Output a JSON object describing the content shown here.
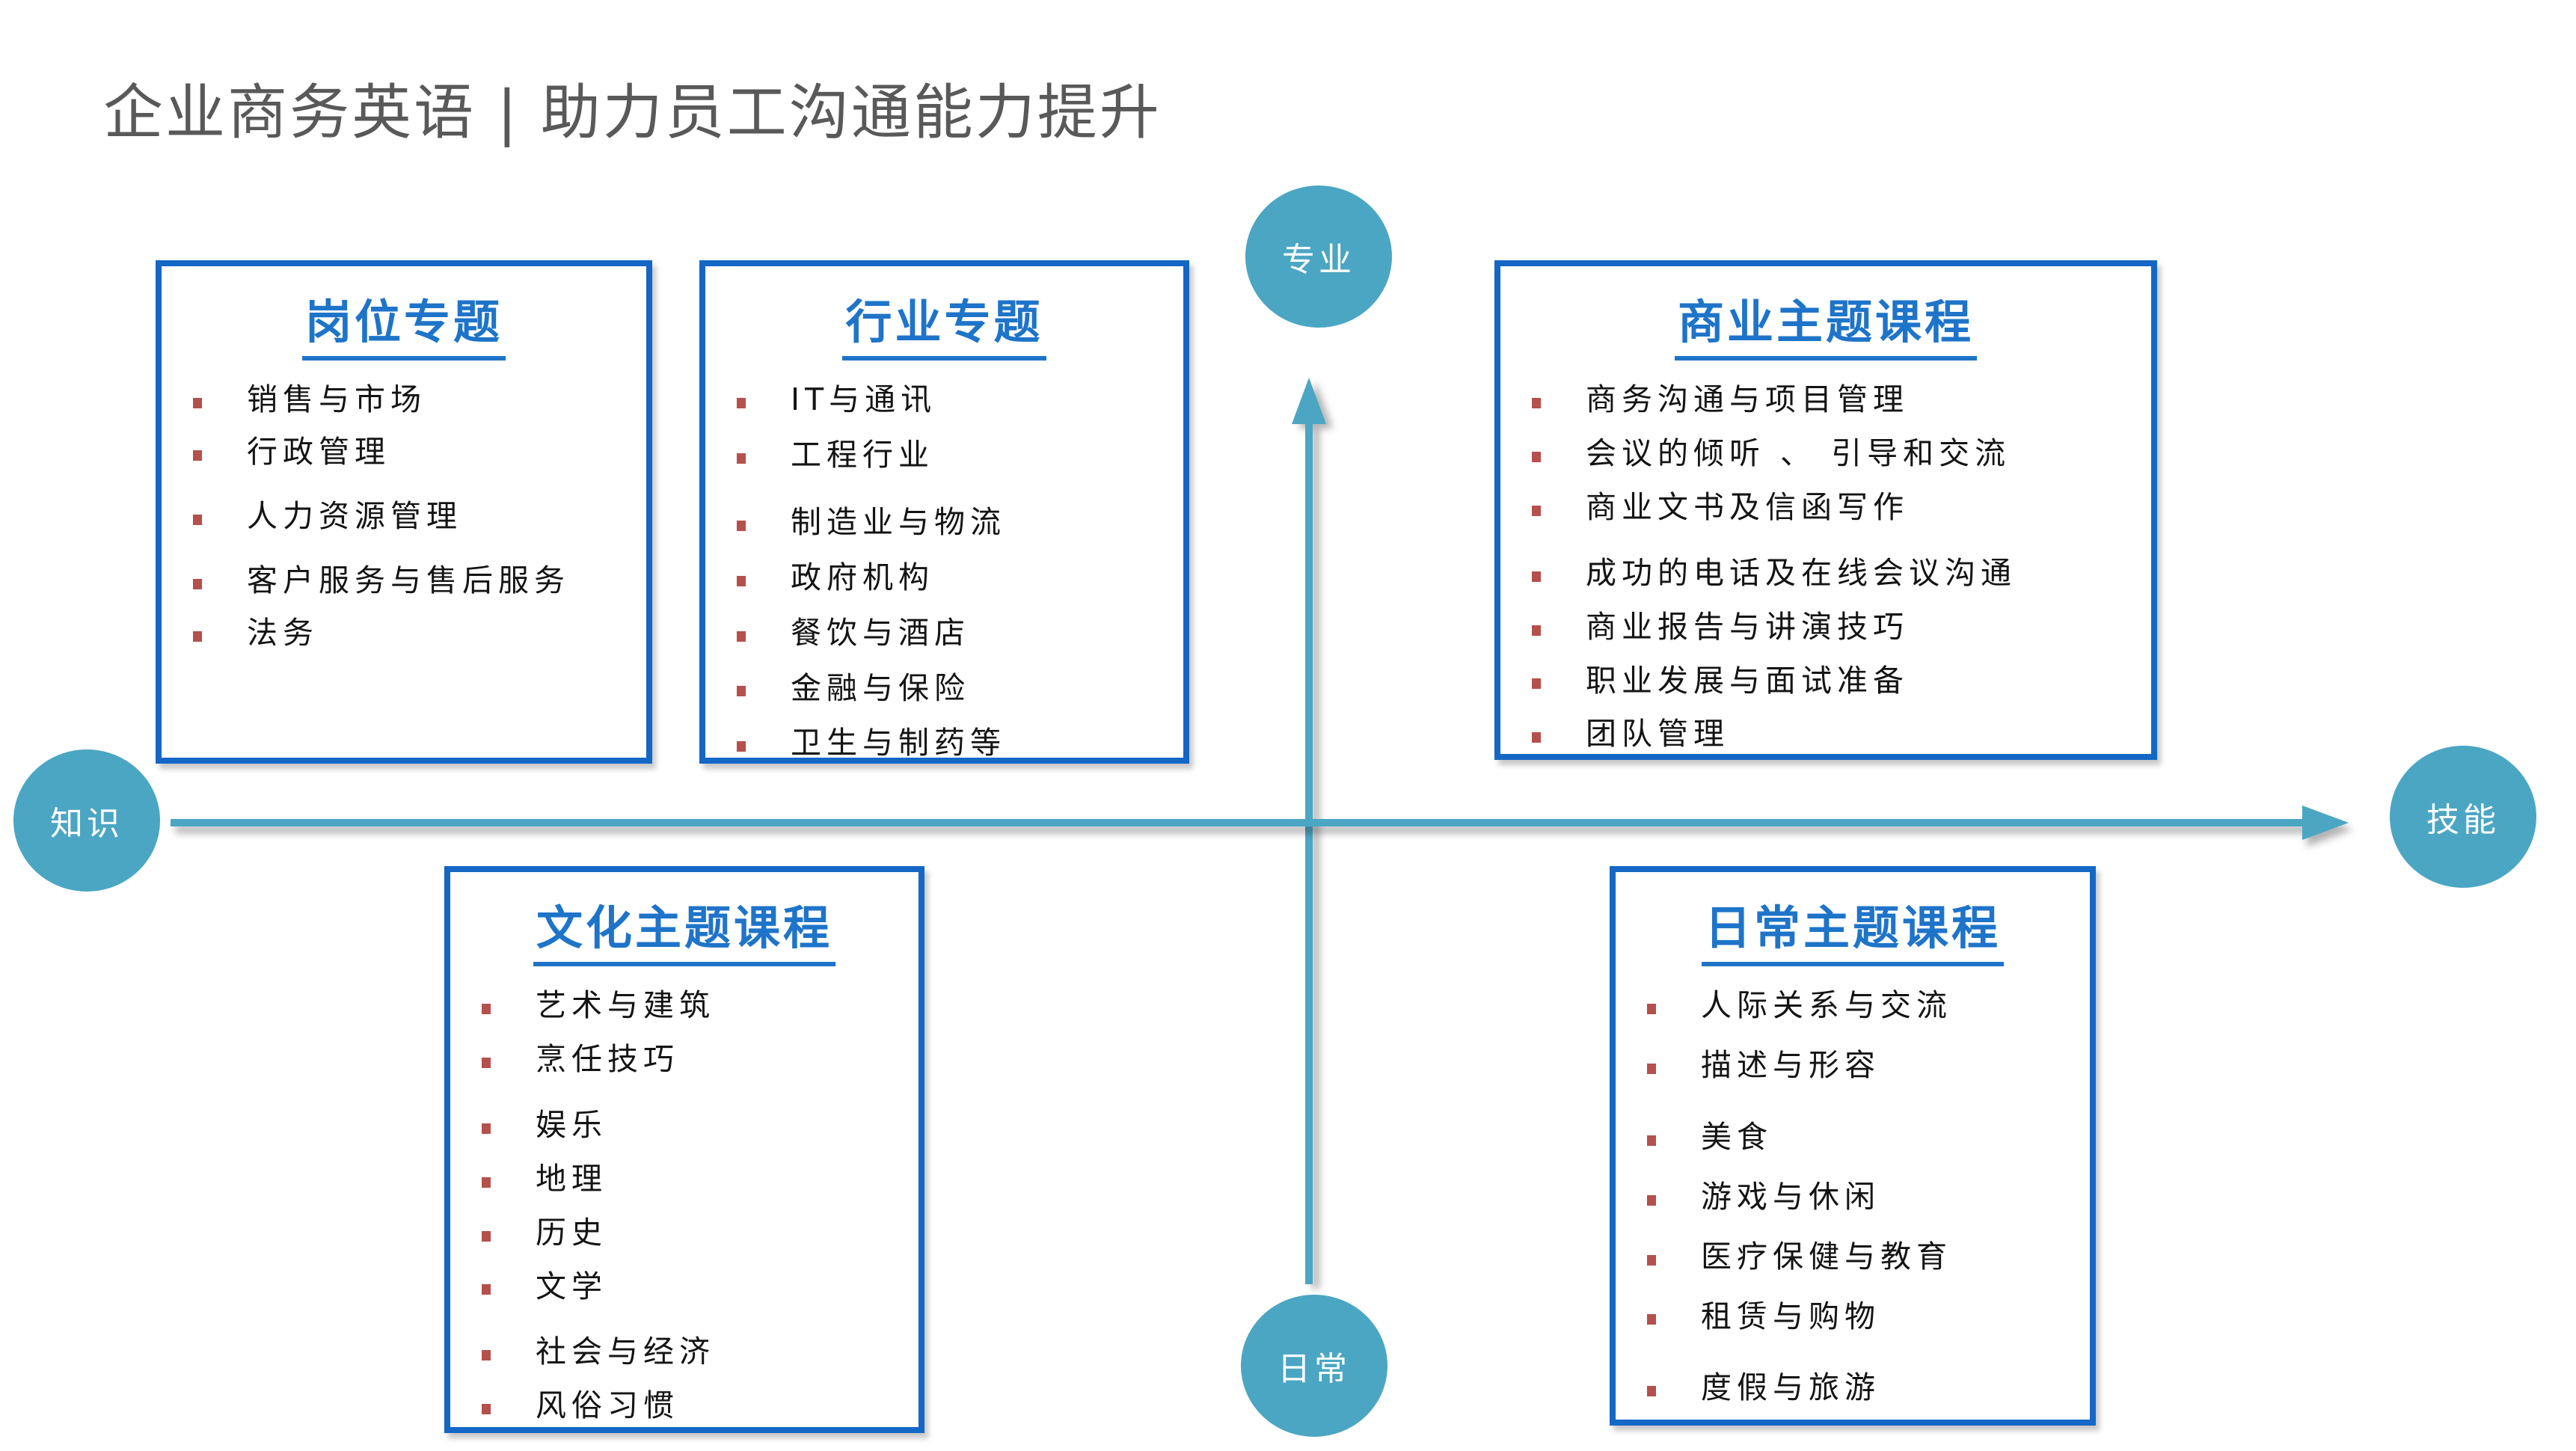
{
  "page_title": "企业商务英语 | 助力员工沟通能力提升",
  "colors": {
    "box_border_blue": "#1467c5",
    "heading_blue": "#1e74c9",
    "axis_teal": "#4ba6c3",
    "bullet_red": "#b5504c",
    "title_gray": "#595959",
    "item_text": "#141414"
  },
  "axes": {
    "top": "专业",
    "bottom": "日常",
    "left": "知识",
    "right": "技能"
  },
  "boxes": {
    "position": {
      "title": "岗位专题",
      "items": [
        "销售与市场",
        "行政管理",
        "人力资源管理",
        "客户服务与售后服务",
        "法务"
      ]
    },
    "industry": {
      "title": "行业专题",
      "items": [
        "IT与通讯",
        "工程行业",
        "制造业与物流",
        "政府机构",
        "餐饮与酒店",
        "金融与保险",
        "卫生与制药等"
      ]
    },
    "business": {
      "title": "商业主题课程",
      "items": [
        "商务沟通与项目管理",
        "会议的倾听 、 引导和交流",
        "商业文书及信函写作",
        "成功的电话及在线会议沟通",
        "商业报告与讲演技巧",
        "职业发展与面试准备",
        "团队管理"
      ]
    },
    "culture": {
      "title": "文化主题课程",
      "items": [
        "艺术与建筑",
        "烹任技巧",
        "娱乐",
        "地理",
        "历史",
        "文学",
        "社会与经济",
        "风俗习惯"
      ]
    },
    "daily": {
      "title": "日常主题课程",
      "items": [
        "人际关系与交流",
        "描述与形容",
        "美食",
        "游戏与休闲",
        "医疗保健与教育",
        "租赁与购物",
        "度假与旅游"
      ]
    }
  }
}
